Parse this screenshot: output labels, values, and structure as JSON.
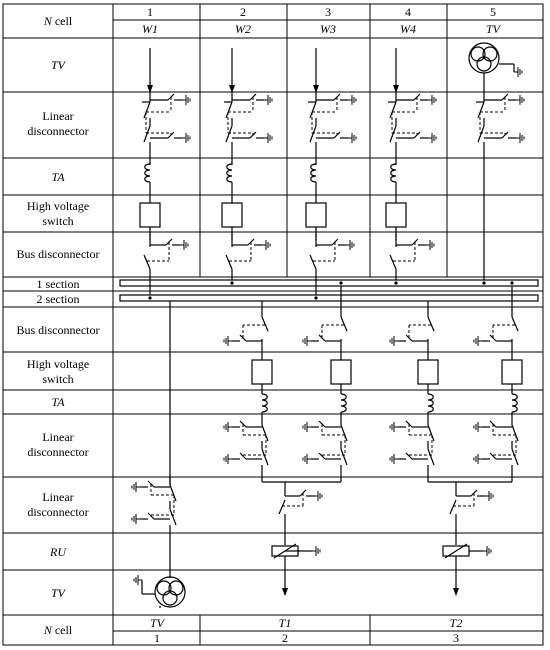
{
  "rows": [
    {
      "label": "N cell",
      "italic_prefix": "N",
      "suffix": " cell"
    },
    {
      "label": "TV",
      "italic": true
    },
    {
      "label": "Linear disconnector",
      "lines": [
        "Linear",
        "disconnector"
      ]
    },
    {
      "label": "TA",
      "italic": true
    },
    {
      "label": "High voltage switch",
      "lines": [
        "High voltage",
        "switch"
      ]
    },
    {
      "label": "Bus disconnector",
      "lines": [
        "Bus disconnector"
      ]
    },
    {
      "label": "1 section",
      "lines": [
        "1 section"
      ]
    },
    {
      "label": "2 section",
      "lines": [
        "2 section"
      ]
    },
    {
      "label": "Bus disconnector",
      "lines": [
        "Bus disconnector"
      ]
    },
    {
      "label": "High voltage switch",
      "lines": [
        "High voltage",
        "switch"
      ]
    },
    {
      "label": "TA",
      "italic": true
    },
    {
      "label": "Linear disconnector",
      "lines": [
        "Linear",
        "disconnector"
      ]
    },
    {
      "label": "Linear disconnector",
      "lines": [
        "Linear",
        "disconnector"
      ]
    },
    {
      "label": "RU",
      "italic": true
    },
    {
      "label": "TV",
      "italic": true
    },
    {
      "label": "N cell",
      "italic_prefix": "N",
      "suffix": " cell"
    }
  ],
  "top_cells": [
    {
      "number": "1",
      "name": "W1"
    },
    {
      "number": "2",
      "name": "W2"
    },
    {
      "number": "3",
      "name": "W3"
    },
    {
      "number": "4",
      "name": "W4"
    },
    {
      "number": "5",
      "name": "TV"
    }
  ],
  "bottom_cells": [
    {
      "number": "1",
      "name": "TV"
    },
    {
      "number": "2",
      "name": "T1"
    },
    {
      "number": "3",
      "name": "T2"
    }
  ]
}
